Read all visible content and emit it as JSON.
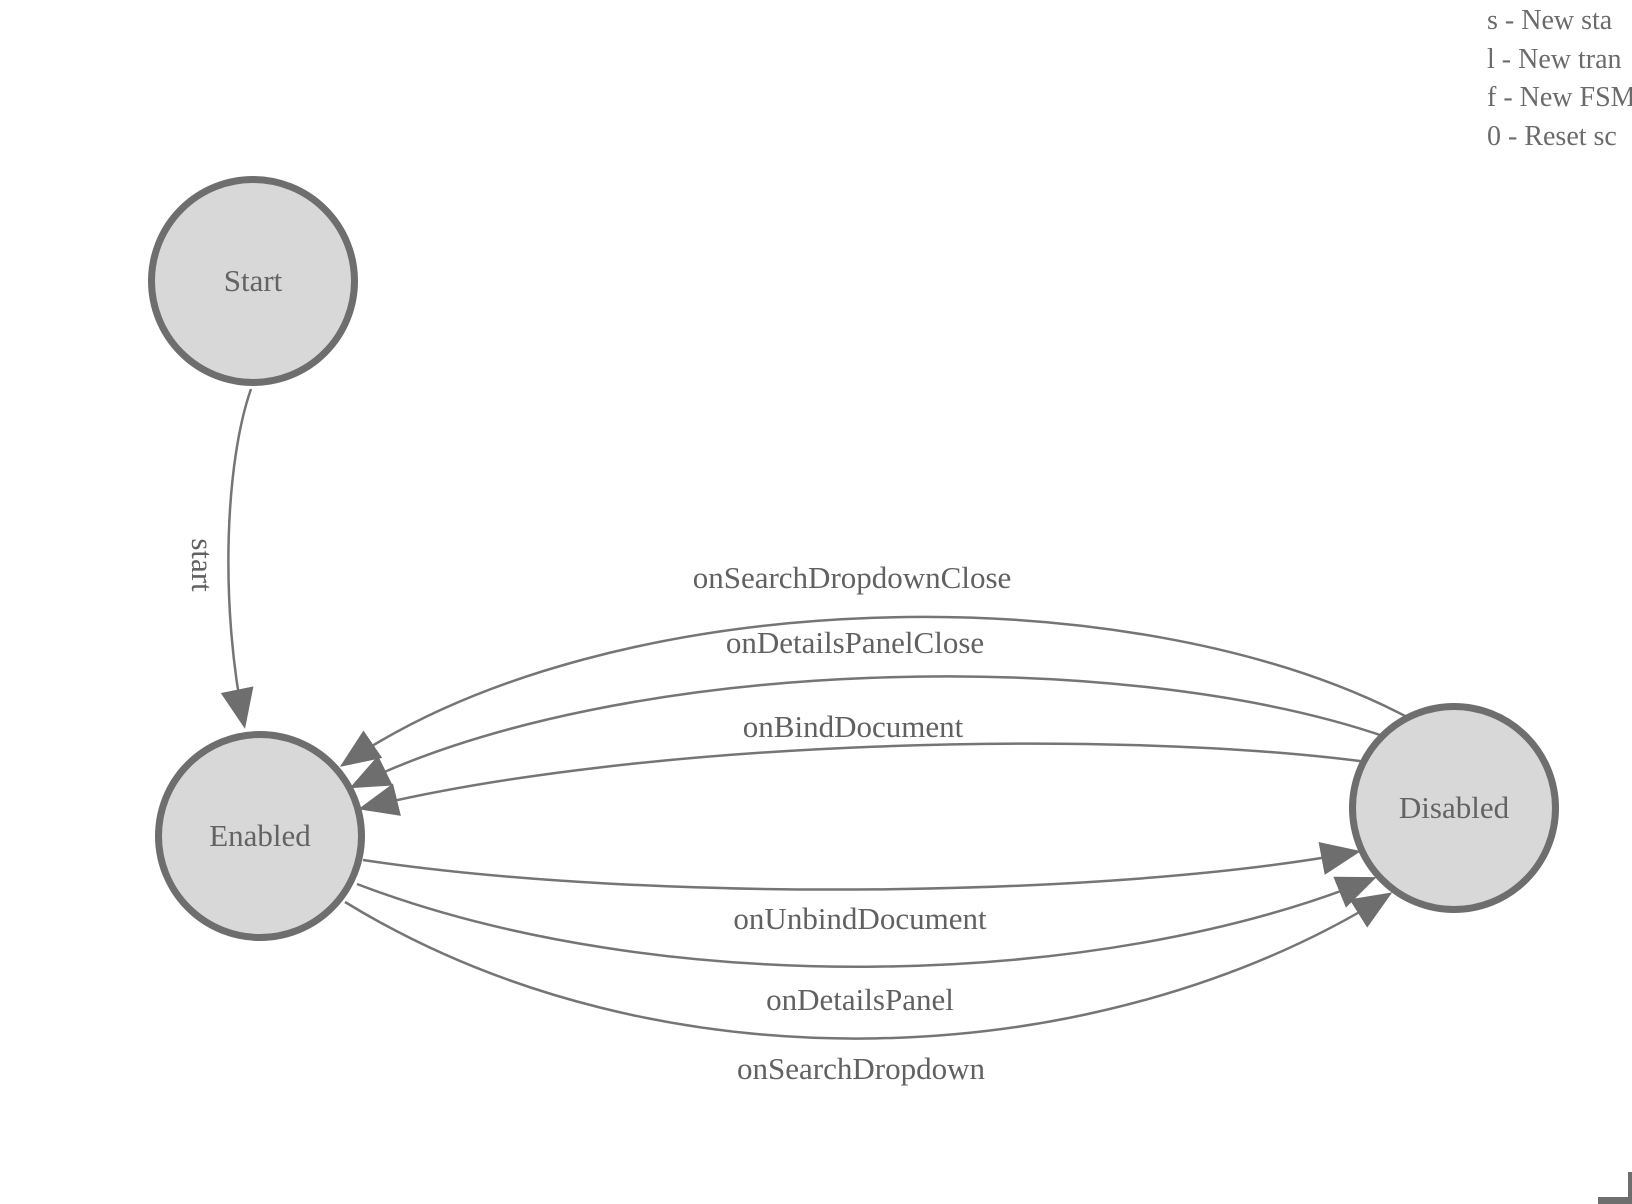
{
  "canvas": {
    "background": "#ffffff"
  },
  "legend": {
    "lines": [
      "s - New sta",
      "l - New tran",
      "f - New FSM",
      "0 - Reset sc"
    ]
  },
  "fsm": {
    "states": [
      {
        "label": "Start"
      },
      {
        "label": "Enabled"
      },
      {
        "label": "Disabled"
      }
    ],
    "transitions": [
      {
        "label": "start",
        "from": "Start",
        "to": "Enabled"
      },
      {
        "label": "onSearchDropdownClose",
        "from": "Disabled",
        "to": "Enabled"
      },
      {
        "label": "onDetailsPanelClose",
        "from": "Disabled",
        "to": "Enabled"
      },
      {
        "label": "onBindDocument",
        "from": "Disabled",
        "to": "Enabled"
      },
      {
        "label": "onUnbindDocument",
        "from": "Enabled",
        "to": "Disabled"
      },
      {
        "label": "onDetailsPanel",
        "from": "Enabled",
        "to": "Disabled"
      },
      {
        "label": "onSearchDropdown",
        "from": "Enabled",
        "to": "Disabled"
      }
    ]
  },
  "colors": {
    "node_fill": "#d8d8d8",
    "node_border": "#6e6e6e",
    "edge_line": "#757575",
    "arrow_fill": "#6e6e6e",
    "label_text": "#616161"
  }
}
